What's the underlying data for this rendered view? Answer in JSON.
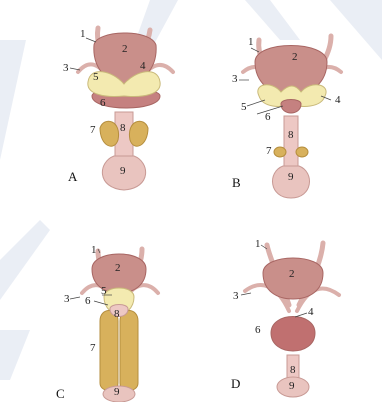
{
  "colors": {
    "bladder": "#c98f8a",
    "bladder_dark": "#a86663",
    "ureter": "#dbb0ab",
    "vesicle": "#f3eab0",
    "prostate": "#c58180",
    "bulbo": "#d8b15c",
    "urethra": "#edc8c4",
    "bulb": "#e9c4bf",
    "watermark": "#e9edf5"
  },
  "panels": [
    {
      "label": "A",
      "numbers": [
        "1",
        "2",
        "3",
        "4",
        "5",
        "6",
        "7",
        "8",
        "9"
      ]
    },
    {
      "label": "B",
      "numbers": [
        "1",
        "2",
        "3",
        "4",
        "5",
        "6",
        "8",
        "7",
        "9"
      ]
    },
    {
      "label": "C",
      "numbers": [
        "1",
        "2",
        "5",
        "3",
        "6",
        "8",
        "7",
        "9"
      ]
    },
    {
      "label": "D",
      "numbers": [
        "1",
        "2",
        "3",
        "4",
        "6",
        "8",
        "9"
      ]
    }
  ]
}
